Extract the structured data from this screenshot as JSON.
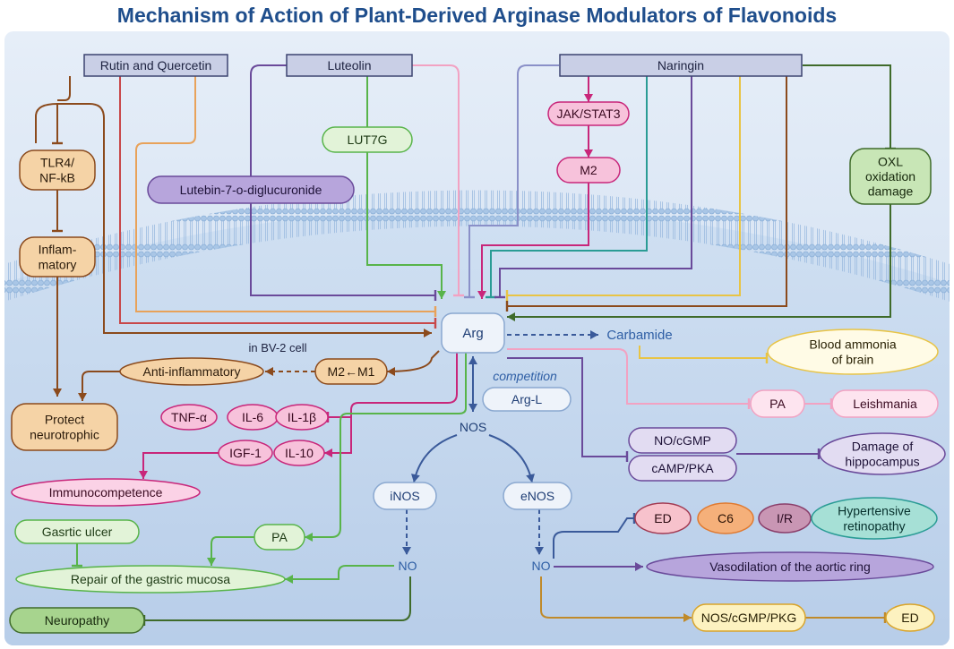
{
  "title": "Mechanism of Action of Plant-Derived Arginase Modulators of Flavonoids",
  "colors": {
    "title": "#1f4e8c",
    "cell_bg": "#d2e0f2",
    "membrane": "#8fb4dc",
    "rutin": "#8b4a1c",
    "luteolin_green": "#58b44a",
    "luteolin_purple": "#6a4a9a",
    "naringin_magenta": "#c8267a",
    "teal": "#2a9c95",
    "yellow": "#e8c445",
    "dark_blue": "#3a5a9a",
    "pink": "#f2a2c2",
    "olive": "#3f6b2a"
  },
  "nodes": {
    "rutin": "Rutin and Quercetin",
    "luteolin": "Luteolin",
    "naringin": "Naringin",
    "tlr4": "TLR4/\nNF-kB",
    "inflam": "Inflam-\nmatory",
    "protect": "Protect\nneurotrophic",
    "lut7g": "LUT7G",
    "lutebin": "Lutebin-7-o-diglucuronide",
    "jak": "JAK/STAT3",
    "m2": "M2",
    "oxl": "OXL\noxidation\ndamage",
    "arg": "Arg",
    "carbamide": "Carbamide",
    "blood": "Blood ammonia\nof brain",
    "bv2": "in BV-2 cell",
    "antiinflam": "Anti-inflammatory",
    "m2m1": "M2←M1",
    "competition": "competition",
    "argl": "Arg-L",
    "pa_right": "PA",
    "leish": "Leishmania",
    "tnf": "TNF-α",
    "il6": "IL-6",
    "il1b": "IL-1β",
    "igf1": "IGF-1",
    "il10": "IL-10",
    "immuno": "Immunocompetence",
    "nos": "NOS",
    "nocgmp": "NO/cGMP",
    "camp": "cAMP/PKA",
    "hippo": "Damage of\nhippocampus",
    "inos": "iNOS",
    "enos": "eNOS",
    "ulcer": "Gasrtic ulcer",
    "pa_left": "PA",
    "repair": "Repair of the gastric mucosa",
    "no_left": "NO",
    "no_right": "NO",
    "neuro": "Neuropathy",
    "ed1": "ED",
    "c6": "C6",
    "ir": "I/R",
    "hyper": "Hypertensive\nretinopathy",
    "vaso": "Vasodilation of the aortic ring",
    "nospkg": "NOS/cGMP/PKG",
    "ed2": "ED"
  }
}
